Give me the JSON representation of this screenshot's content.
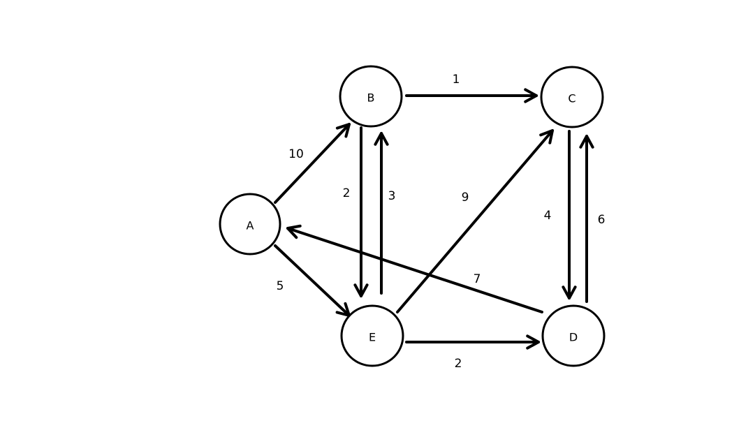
{
  "graph": {
    "nodes": [
      {
        "id": "A",
        "label": "A"
      },
      {
        "id": "B",
        "label": "B"
      },
      {
        "id": "C",
        "label": "C"
      },
      {
        "id": "D",
        "label": "D"
      },
      {
        "id": "E",
        "label": "E"
      }
    ],
    "edges": [
      {
        "from": "A",
        "to": "B",
        "weight": "10"
      },
      {
        "from": "A",
        "to": "E",
        "weight": "5"
      },
      {
        "from": "B",
        "to": "C",
        "weight": "1"
      },
      {
        "from": "B",
        "to": "E",
        "weight": "2"
      },
      {
        "from": "E",
        "to": "B",
        "weight": "3"
      },
      {
        "from": "E",
        "to": "C",
        "weight": "9"
      },
      {
        "from": "E",
        "to": "D",
        "weight": "2"
      },
      {
        "from": "C",
        "to": "D",
        "weight": "4"
      },
      {
        "from": "D",
        "to": "C",
        "weight": "6"
      },
      {
        "from": "D",
        "to": "A",
        "weight": "7"
      }
    ]
  }
}
